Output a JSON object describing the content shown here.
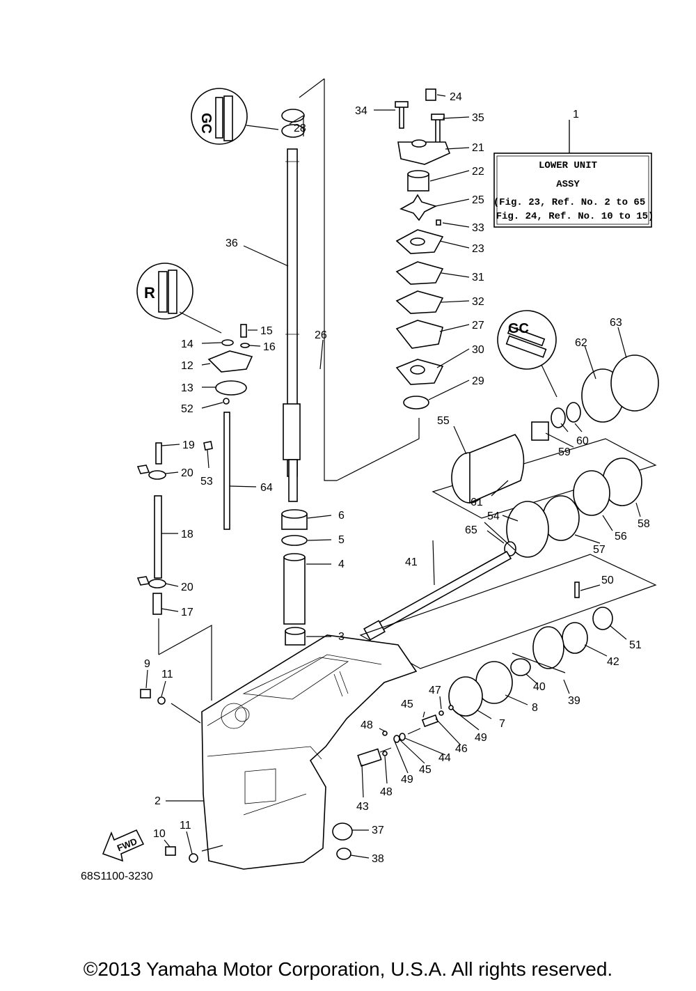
{
  "info_box": {
    "line1": "LOWER UNIT",
    "line2": "ASSY",
    "line3": "(Fig. 23, Ref. No. 2 to 65",
    "line4": "Fig. 24, Ref. No. 10 to 15)"
  },
  "diagram_code": "68S1100-3230",
  "fwd_label": "FWD",
  "copyright": "©2013 Yamaha Motor Corporation, U.S.A. All rights reserved.",
  "callouts": {
    "c1": "1",
    "c2": "2",
    "c3": "3",
    "c4": "4",
    "c5": "5",
    "c6": "6",
    "c7": "7",
    "c8": "8",
    "c9": "9",
    "c10": "10",
    "c11a": "11",
    "c11b": "11",
    "c12": "12",
    "c13": "13",
    "c14": "14",
    "c15": "15",
    "c16": "16",
    "c17": "17",
    "c18": "18",
    "c19": "19",
    "c20a": "20",
    "c20b": "20",
    "c21": "21",
    "c22": "22",
    "c23": "23",
    "c24": "24",
    "c25": "25",
    "c26": "26",
    "c27": "27",
    "c28": "28",
    "c29": "29",
    "c30": "30",
    "c31": "31",
    "c32": "32",
    "c33": "33",
    "c34": "34",
    "c35": "35",
    "c36": "36",
    "c37": "37",
    "c38": "38",
    "c39": "39",
    "c40": "40",
    "c41": "41",
    "c42": "42",
    "c43": "43",
    "c44": "44",
    "c45a": "45",
    "c45b": "45",
    "c46": "46",
    "c47": "47",
    "c48a": "48",
    "c48b": "48",
    "c49a": "49",
    "c49b": "49",
    "c50": "50",
    "c51": "51",
    "c52": "52",
    "c53": "53",
    "c54": "54",
    "c55": "55",
    "c56": "56",
    "c57": "57",
    "c58": "58",
    "c59": "59",
    "c60": "60",
    "c61": "61",
    "c62": "62",
    "c63": "63",
    "c64": "64",
    "c65": "65"
  }
}
